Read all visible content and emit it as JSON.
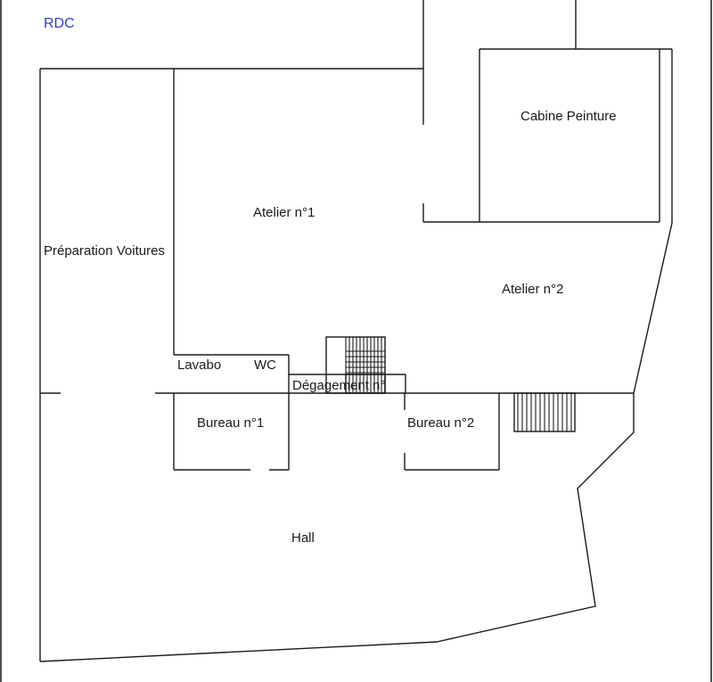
{
  "level_title": "RDC",
  "rooms": {
    "cabine_peinture": "Cabine Peinture",
    "atelier_1": "Atelier n°1",
    "preparation_voitures": "Préparation Voitures",
    "atelier_2": "Atelier n°2",
    "lavabo": "Lavabo",
    "wc": "WC",
    "degagement": "Dégagement n°",
    "bureau_1": "Bureau n°1",
    "bureau_2": "Bureau n°2",
    "hall": "Hall"
  },
  "colors": {
    "title": "#2a3fd0",
    "lines": "#1a1a1a",
    "background": "#ffffff"
  }
}
